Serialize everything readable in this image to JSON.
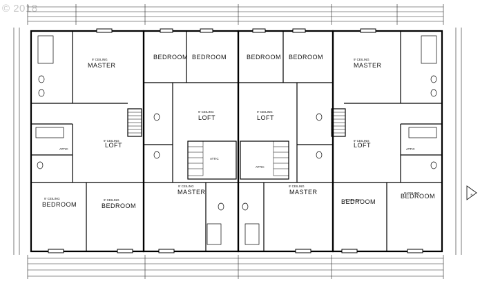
{
  "watermark": "© 2018",
  "units": [
    {
      "bedroom_a": "BEDROOM",
      "bedroom_b": "BEDROOM",
      "master": "MASTER",
      "loft": "LOFT",
      "attic": "ATTIC",
      "ceiling_tag": "9' CEILING"
    },
    {
      "bedroom_a": "BEDROOM",
      "bedroom_b": "BEDROOM",
      "master": "MASTER",
      "loft": "LOFT",
      "attic": "ATTIC",
      "ceiling_tag": "9' CEILING"
    },
    {
      "bedroom_a": "BEDROOM",
      "bedroom_b": "BEDROOM",
      "master": "MASTER",
      "loft": "LOFT",
      "attic": "ATTIC",
      "ceiling_tag": "9' CEILING"
    },
    {
      "bedroom_a": "BEDROOM",
      "bedroom_b": "BEDROOM",
      "master": "MASTER",
      "loft": "LOFT",
      "attic": "ATTIC",
      "ceiling_tag": "9' CEILING"
    }
  ],
  "north_arrow": "N"
}
